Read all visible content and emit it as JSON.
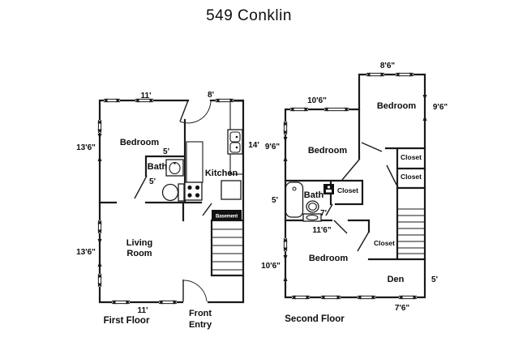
{
  "title": "549 Conklin",
  "first_floor": {
    "floor_label": "First Floor",
    "rooms": {
      "bedroom": "Bedroom",
      "bath": "Bath",
      "kitchen": "Kitchen",
      "living1": "Living",
      "living2": "Room",
      "basement": "Basement",
      "entry1": "Front",
      "entry2": "Entry"
    },
    "dims": {
      "top": "11'",
      "kitchen_top": "8'",
      "left_upper": "13'6\"",
      "right": "14'",
      "bath_top": "5'",
      "bath_left": "5'",
      "left_lower": "13'6\"",
      "bottom": "11'"
    }
  },
  "second_floor": {
    "floor_label": "Second Floor",
    "rooms": {
      "bedroom_top": "Bedroom",
      "bedroom_mid": "Bedroom",
      "bedroom_bottom": "Bedroom",
      "bath": "Bath",
      "den": "Den",
      "closet_r1": "Closet",
      "closet_r2": "Closet",
      "closet_bath": "Closet",
      "closet_den": "Closet"
    },
    "dims": {
      "top_right": "8'6\"",
      "top_left": "10'6\"",
      "right_upper": "9'6\"",
      "left_upper": "9'6\"",
      "bath_left": "5'",
      "bath": "7'",
      "mid": "11'6\"",
      "left_lower": "10'6\"",
      "den_right": "5'",
      "bottom": "7'6\""
    }
  }
}
